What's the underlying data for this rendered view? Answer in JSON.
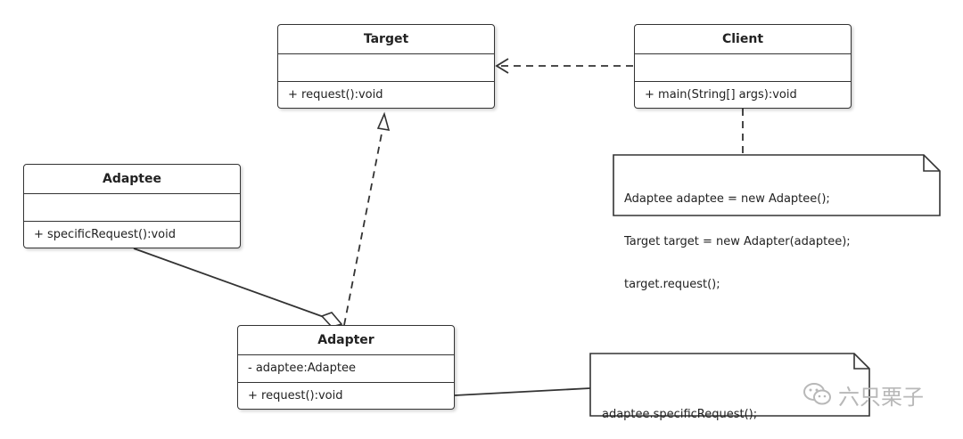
{
  "classes": {
    "target": {
      "name": "Target",
      "attributes": "",
      "operations": "+ request():void"
    },
    "client": {
      "name": "Client",
      "attributes": "",
      "operations": "+ main(String[] args):void"
    },
    "adaptee": {
      "name": "Adaptee",
      "attributes": "",
      "operations": "+ specificRequest():void"
    },
    "adapter": {
      "name": "Adapter",
      "attributes": "- adaptee:Adaptee",
      "operations": "+ request():void"
    }
  },
  "notes": {
    "client_note": {
      "line1": "Adaptee adaptee = new Adaptee();",
      "line2": "Target target = new Adapter(adaptee);",
      "line3": "target.request();"
    },
    "adapter_note": {
      "line1": "adaptee.specificRequest();"
    }
  },
  "watermark": {
    "text": "六只栗子",
    "icon": "wechat-icon"
  },
  "colors": {
    "line": "#333333",
    "watermark": "#b8b8b8"
  }
}
